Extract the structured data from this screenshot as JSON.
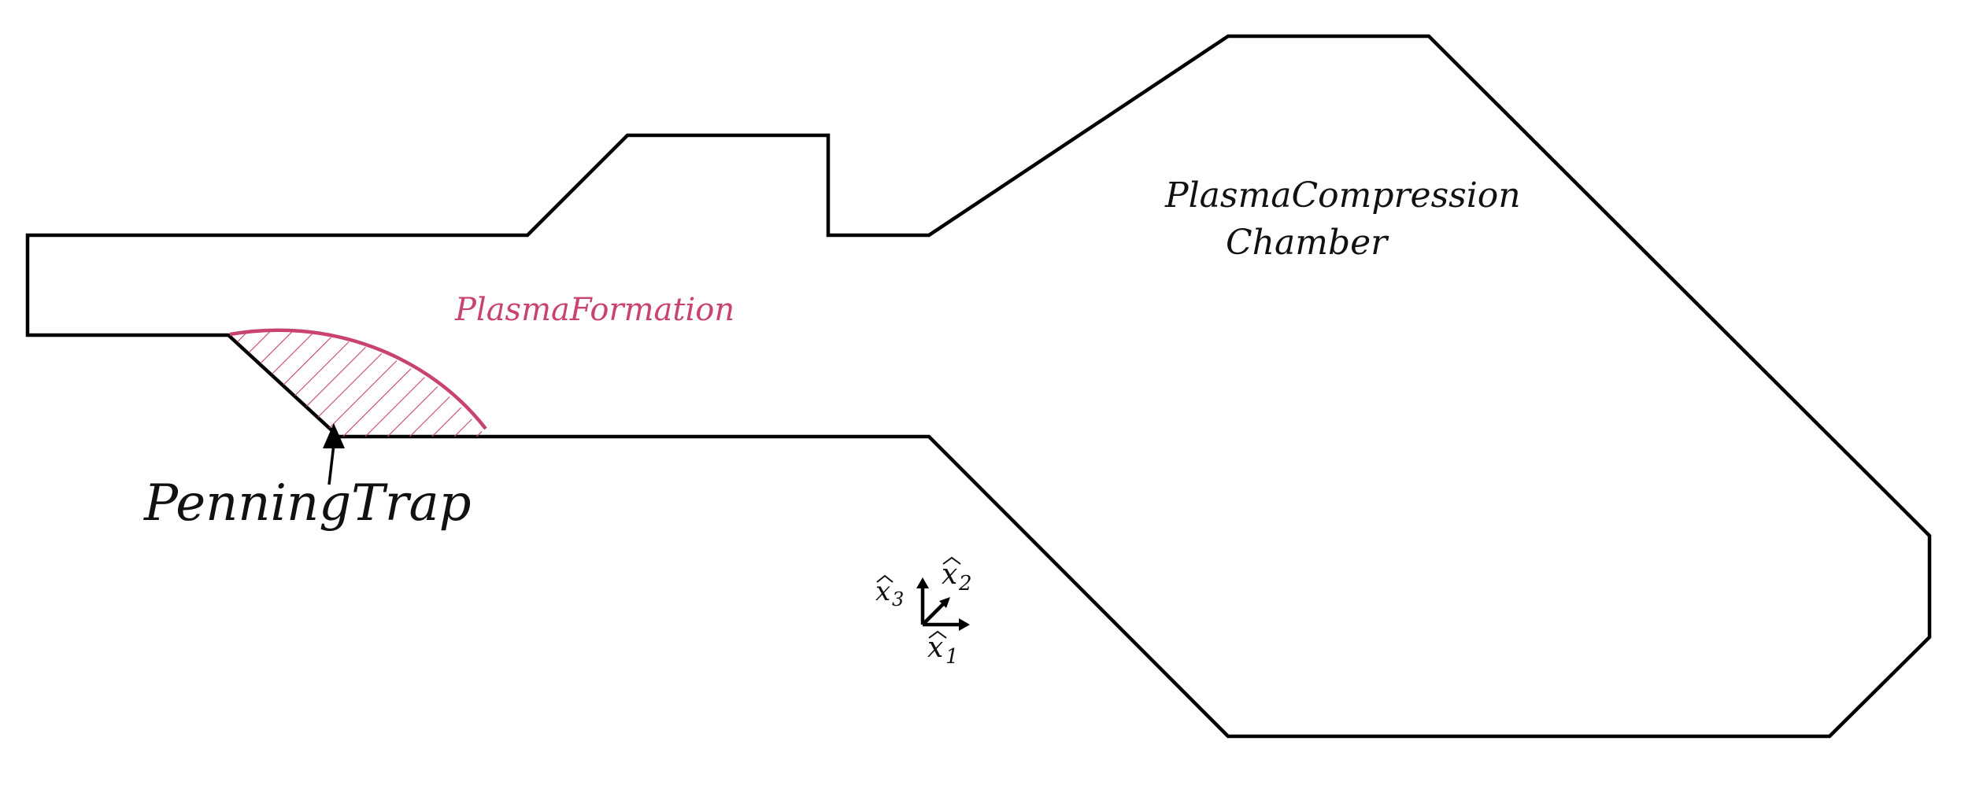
{
  "labels": {
    "plasma_formation": "PlasmaFormation",
    "plasma_compression_line1": "PlasmaCompression",
    "plasma_compression_line2": "Chamber",
    "penning_trap": "PenningTrap"
  },
  "axes": {
    "x1": {
      "base": "x",
      "subscript": "1"
    },
    "x2": {
      "base": "x",
      "subscript": "2"
    },
    "x3": {
      "base": "x",
      "subscript": "3"
    }
  },
  "colors": {
    "outline": "#000000",
    "plasma": "#c8436f",
    "text": "#111111"
  }
}
